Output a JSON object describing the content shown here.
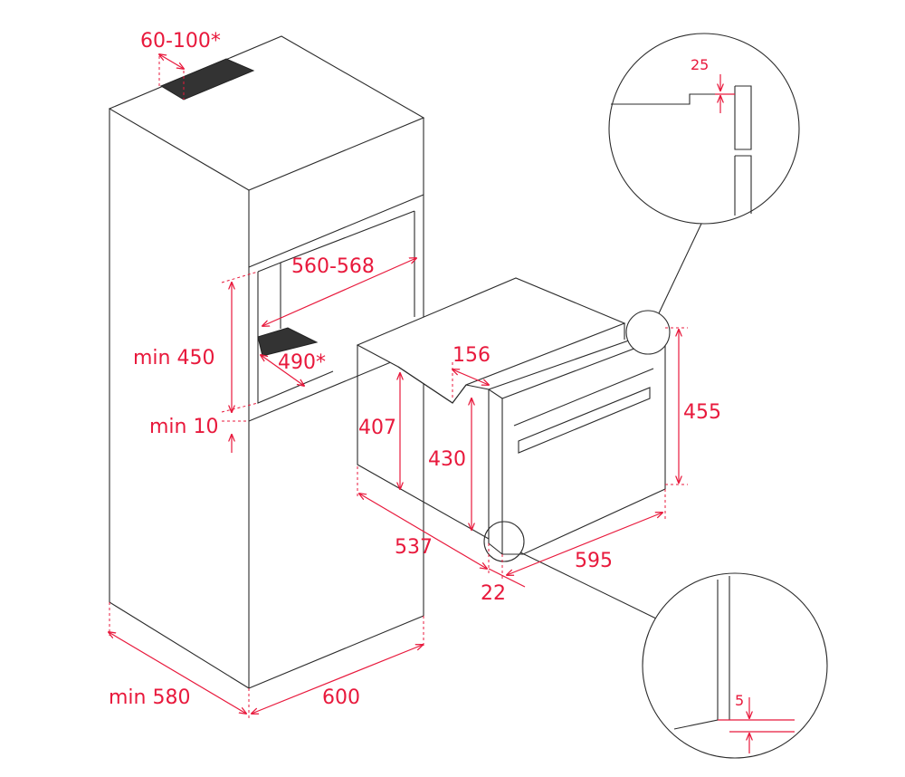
{
  "colors": {
    "dimension": "#e8193c",
    "line": "#2b2b2b"
  },
  "dimensions": {
    "vent_gap": "60-100*",
    "niche_width": "560-568",
    "niche_height": "min 450",
    "shelf_depth": "490*",
    "bottom_gap": "min 10",
    "oven_body_height": "407",
    "oven_step": "156",
    "oven_height_430": "430",
    "oven_front_height": "455",
    "oven_depth": "537",
    "oven_width": "595",
    "front_thickness": "22",
    "cabinet_depth": "min 580",
    "cabinet_width": "600",
    "top_detail_gap": "25",
    "bottom_detail_gap": "5"
  }
}
